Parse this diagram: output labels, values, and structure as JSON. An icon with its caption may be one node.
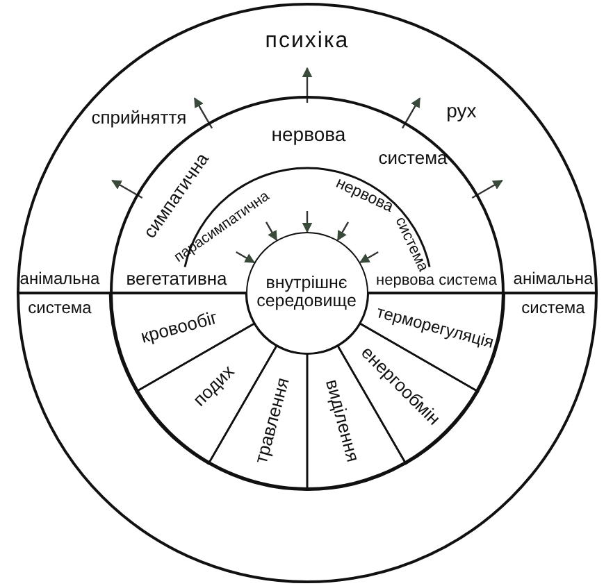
{
  "diagram": {
    "nodes": [
      {
        "text": [
          "психіка"
        ]
      },
      {
        "text": [
          "нервова",
          "система"
        ],
        "in": 0
      },
      {
        "text": [
          "парасимпатична",
          "нервова",
          "система"
        ],
        "in": 1
      },
      {
        "text": [
          "внутрішнє середовище"
        ],
        "in": 1
      },
      {
        "text": [
          "кровообіг"
        ],
        "in": 1
      },
      {
        "text": [
          "подих"
        ],
        "in": 1
      },
      {
        "text": [
          "травлення"
        ],
        "in": 1
      },
      {
        "text": [
          "виділення"
        ],
        "in": 1
      },
      {
        "text": [
          "енергообмін"
        ],
        "in": 1
      },
      {
        "text": [
          "терморегуляція"
        ],
        "in": 1
      }
    ],
    "edges": [
      {
        "from": 2,
        "to": 3,
        "arrow": "to"
      },
      {
        "from": 2,
        "to": 3,
        "arrow": "to"
      },
      {
        "from": 2,
        "to": 3,
        "arrow": "to"
      },
      {
        "from": 2,
        "to": 3,
        "arrow": "to"
      },
      {
        "from": 2,
        "to": 3,
        "arrow": "to"
      }
    ],
    "labels": [
      "сприйняття",
      "рух",
      "симпатична",
      "анімальна",
      "вегетативна",
      "нервова система",
      "анімальна",
      "система",
      "система"
    ]
  }
}
